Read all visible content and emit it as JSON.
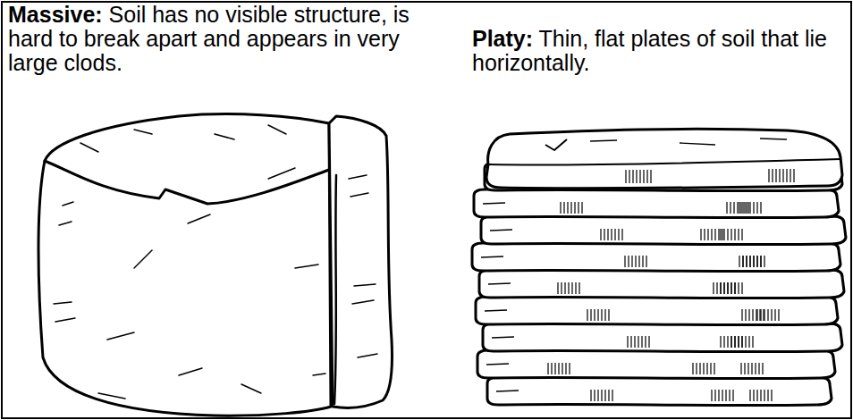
{
  "diagram": {
    "labels": [
      "Massive:",
      "Soil has no visible structure, is hard to break apart and appears in very large clods.",
      "Platy:",
      "Thin, flat plates of soil that lie horizontally."
    ]
  }
}
